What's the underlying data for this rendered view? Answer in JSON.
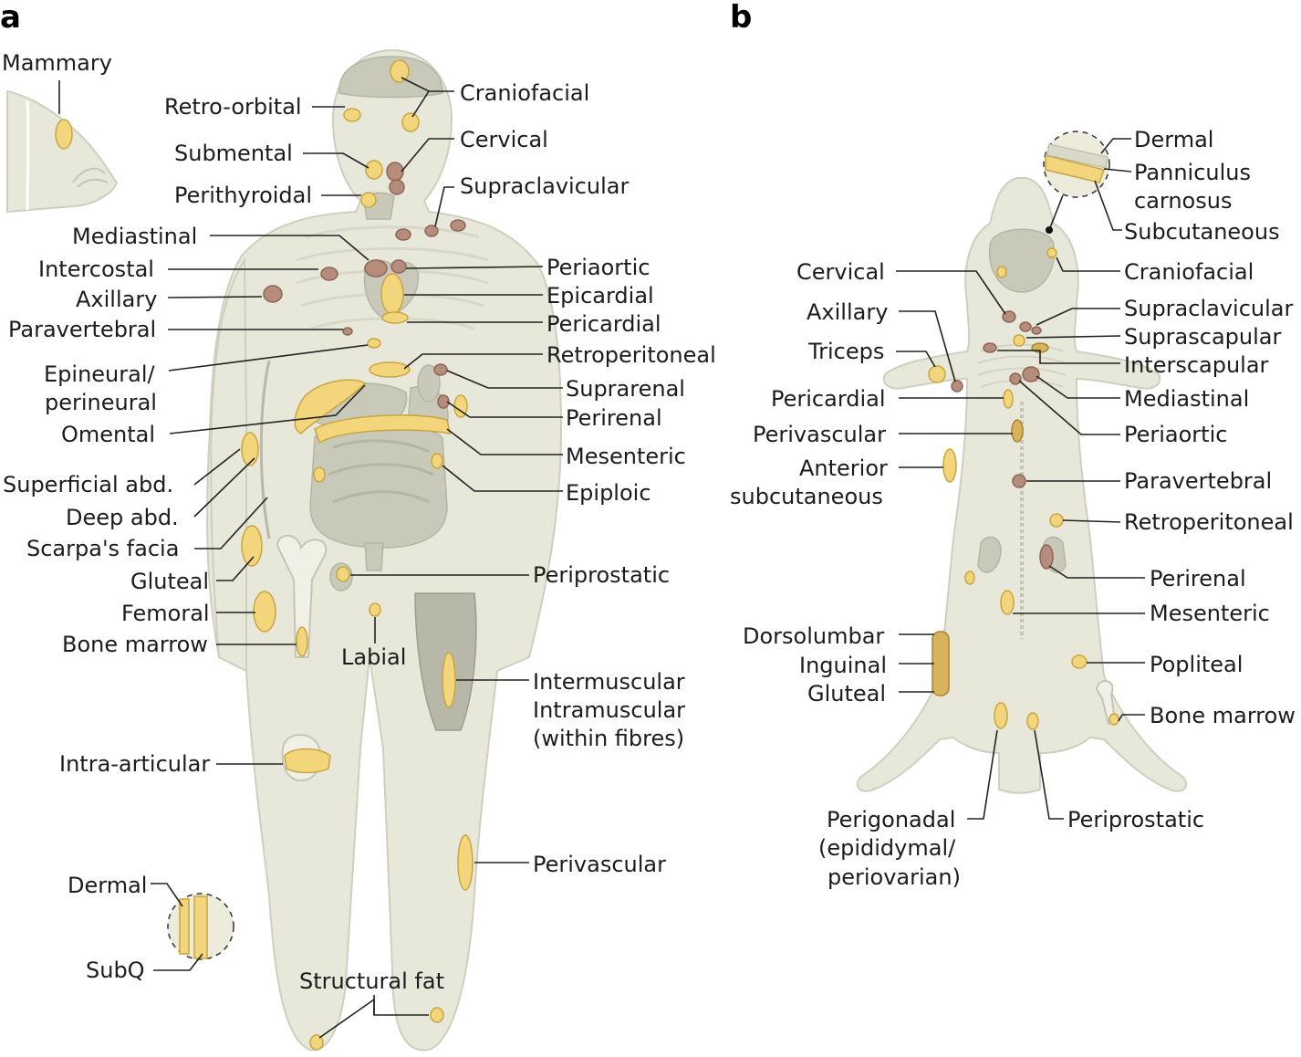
{
  "panels": {
    "a": "a",
    "b": "b"
  },
  "human_labels": {
    "mammary": "Mammary",
    "retro_orbital": "Retro-orbital",
    "craniofacial": "Craniofacial",
    "submental": "Submental",
    "cervical": "Cervical",
    "perithyroidal": "Perithyroidal",
    "supraclavicular": "Supraclavicular",
    "mediastinal": "Mediastinal",
    "intercostal": "Intercostal",
    "periaortic": "Periaortic",
    "axillary": "Axillary",
    "epicardial": "Epicardial",
    "paravertebral": "Paravertebral",
    "pericardial": "Pericardial",
    "retroperitoneal": "Retroperitoneal",
    "epineural_1": "Epineural/",
    "epineural_2": "perineural",
    "suprarenal": "Suprarenal",
    "omental": "Omental",
    "perirenal": "Perirenal",
    "mesenteric": "Mesenteric",
    "superficial_abd": "Superficial abd.",
    "epiploic": "Epiploic",
    "deep_abd": "Deep abd.",
    "scarpas": "Scarpa's facia",
    "gluteal": "Gluteal",
    "periprostatic": "Periprostatic",
    "femoral": "Femoral",
    "bone_marrow": "Bone marrow",
    "labial": "Labial",
    "intermuscular": "Intermuscular",
    "intramuscular": "Intramuscular",
    "within_fibres": "(within fibres)",
    "intra_articular": "Intra-articular",
    "perivascular": "Perivascular",
    "dermal": "Dermal",
    "subq": "SubQ",
    "structural_fat": "Structural fat"
  },
  "mouse_labels": {
    "dermal": "Dermal",
    "panniculus_1": "Panniculus",
    "panniculus_2": "carnosus",
    "subcutaneous": "Subcutaneous",
    "cervical": "Cervical",
    "craniofacial": "Craniofacial",
    "axillary": "Axillary",
    "supraclavicular": "Supraclavicular",
    "suprascapular": "Suprascapular",
    "triceps": "Triceps",
    "interscapular": "Interscapular",
    "pericardial": "Pericardial",
    "mediastinal": "Mediastinal",
    "perivascular": "Perivascular",
    "periaortic": "Periaortic",
    "anterior_1": "Anterior",
    "anterior_2": "subcutaneous",
    "paravertebral": "Paravertebral",
    "retroperitoneal": "Retroperitoneal",
    "perirenal": "Perirenal",
    "mesenteric": "Mesenteric",
    "dorsolumbar": "Dorsolumbar",
    "inguinal": "Inguinal",
    "gluteal": "Gluteal",
    "popliteal": "Popliteal",
    "bone_marrow": "Bone marrow",
    "perigonadal_1": "Perigonadal",
    "perigonadal_2": "(epididymal/",
    "perigonadal_3": "periovarian)",
    "periprostatic": "Periprostatic"
  },
  "colors": {
    "body": "#e8e8da",
    "organ": "#c8c9b8",
    "white_fat": "#f3d57c",
    "brown_fat": "#b68c7c",
    "beige_fat": "#d8b35c"
  }
}
